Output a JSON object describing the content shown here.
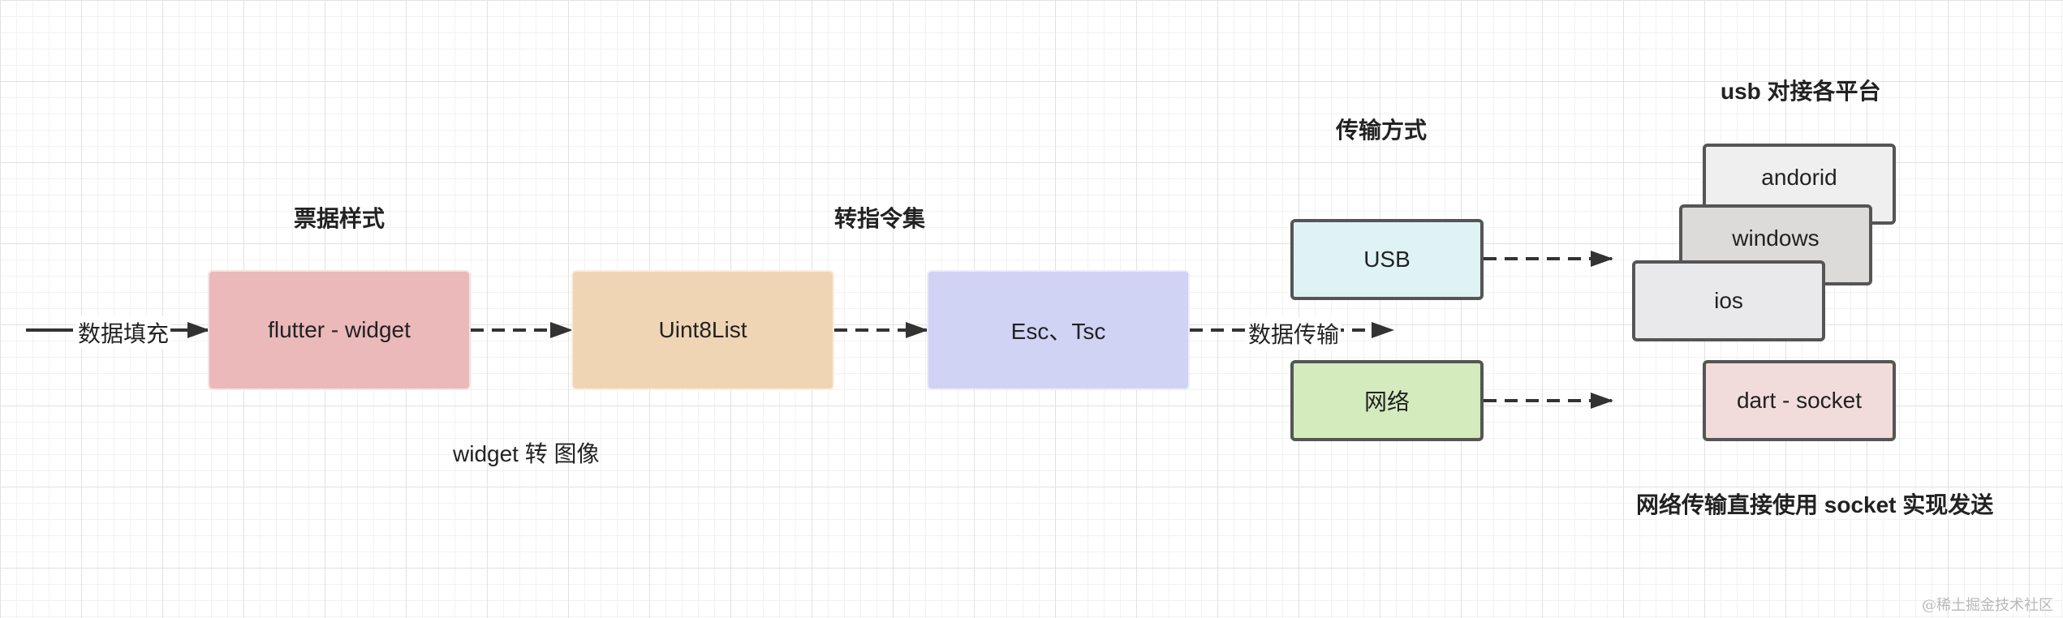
{
  "labels": {
    "fill_data": "数据填充",
    "receipt_style": "票据样式",
    "widget_to_image": "widget 转 图像",
    "to_instruction_set": "转指令集",
    "data_transfer": "数据传输",
    "transfer_method": "传输方式",
    "usb_platforms": "usb 对接各平台",
    "network_socket_note": "网络传输直接使用 socket 实现发送"
  },
  "nodes": {
    "flutter_widget": "flutter - widget",
    "uint8list": "Uint8List",
    "esc_tsc": "Esc、Tsc",
    "usb": "USB",
    "network": "网络",
    "android": "andorid",
    "windows": "windows",
    "ios": "ios",
    "dart_socket": "dart - socket"
  },
  "colors": {
    "flutter_widget": "#ebb9ba",
    "uint8list": "#f0d5b5",
    "esc_tsc": "#d0d3f3",
    "usb": "#dff3f5",
    "network": "#d4ebbd",
    "android": "#efefef",
    "windows": "#dddada",
    "ios": "#e9e9eb",
    "dart_socket": "#f2dcdb",
    "edge": "#333333"
  },
  "watermark": "@稀土掘金技术社区"
}
